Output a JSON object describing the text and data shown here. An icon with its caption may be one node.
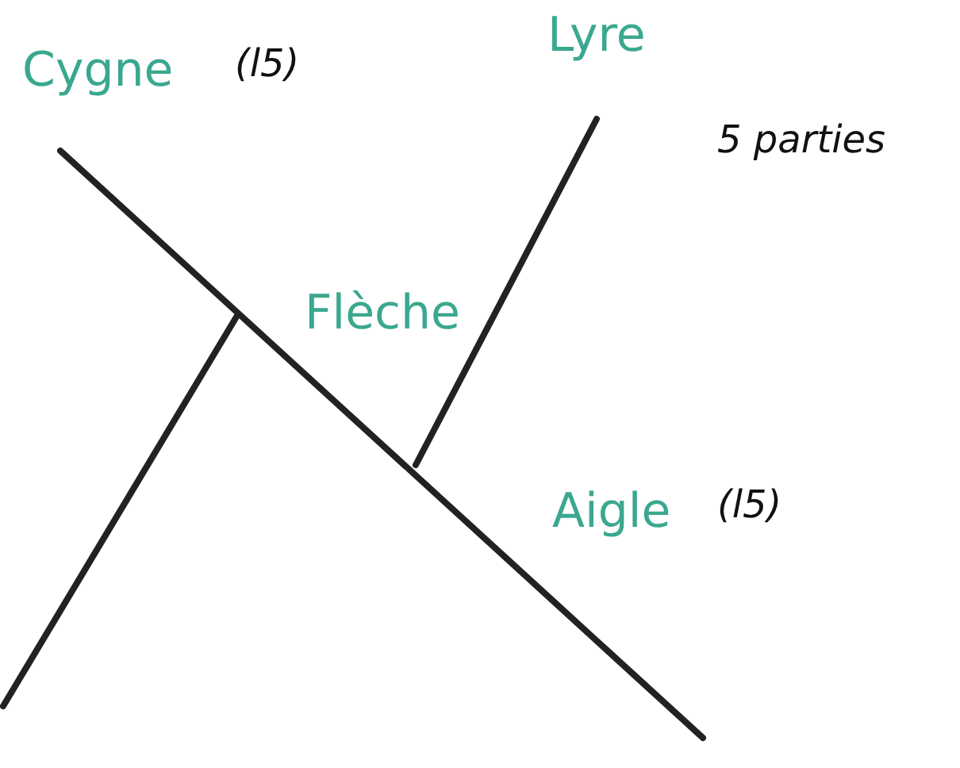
{
  "diagram": {
    "labels": [
      "Cygne",
      "(l5)",
      "Lyre",
      "5 parties",
      "Flèche",
      "Aigle",
      "(l5)"
    ]
  }
}
